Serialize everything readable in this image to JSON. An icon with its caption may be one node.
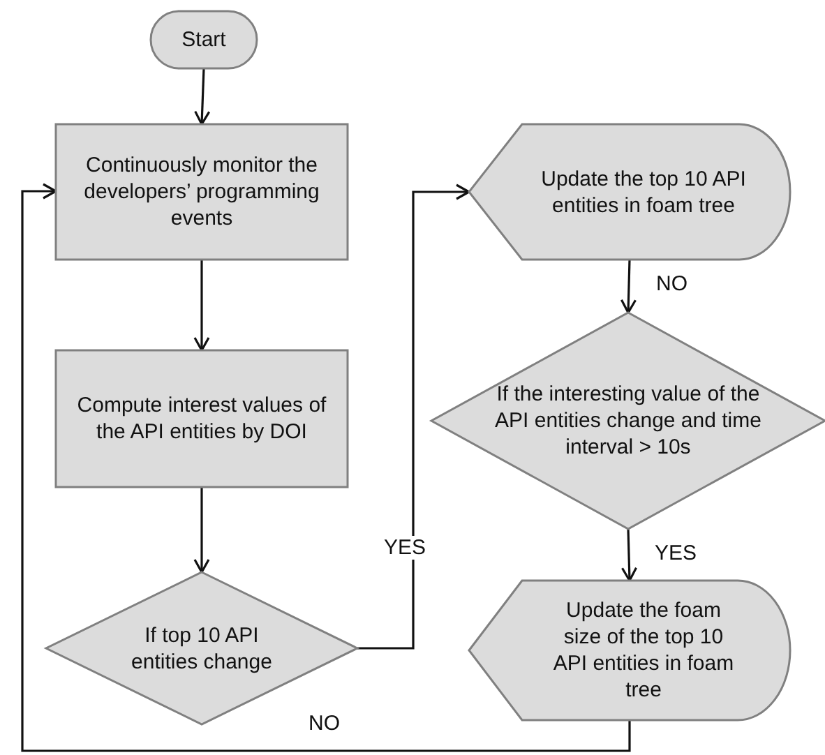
{
  "diagram": {
    "nodes": [
      {
        "text": [
          "Start"
        ]
      },
      {
        "text": [
          "Continuously monitor the developers’ programming events"
        ]
      },
      {
        "text": [
          "Compute interest values of the API entities by DOI"
        ]
      },
      {
        "text": [
          "If top 10 API entities change"
        ]
      },
      {
        "text": [
          "Update the top 10 API entities in foam tree"
        ]
      },
      {
        "text": [
          "If the interesting value of the API entities change and time interval > 10s"
        ]
      },
      {
        "text": [
          "Update the foam size of the top 10 API entities in foam tree"
        ]
      }
    ],
    "edges": [
      {
        "from": 0,
        "to": 1,
        "arrow": "to"
      },
      {
        "from": 1,
        "to": 2,
        "arrow": "to"
      },
      {
        "from": 2,
        "to": 3,
        "arrow": "to"
      },
      {
        "from": 3,
        "to": 4,
        "arrow": "to",
        "label": "YES"
      },
      {
        "from": 4,
        "to": 5,
        "arrow": "to",
        "label": "NO"
      },
      {
        "from": 5,
        "to": 6,
        "arrow": "to",
        "label": "YES"
      },
      {
        "from": 6,
        "to": 1,
        "arrow": "to",
        "label": "NO"
      }
    ]
  }
}
